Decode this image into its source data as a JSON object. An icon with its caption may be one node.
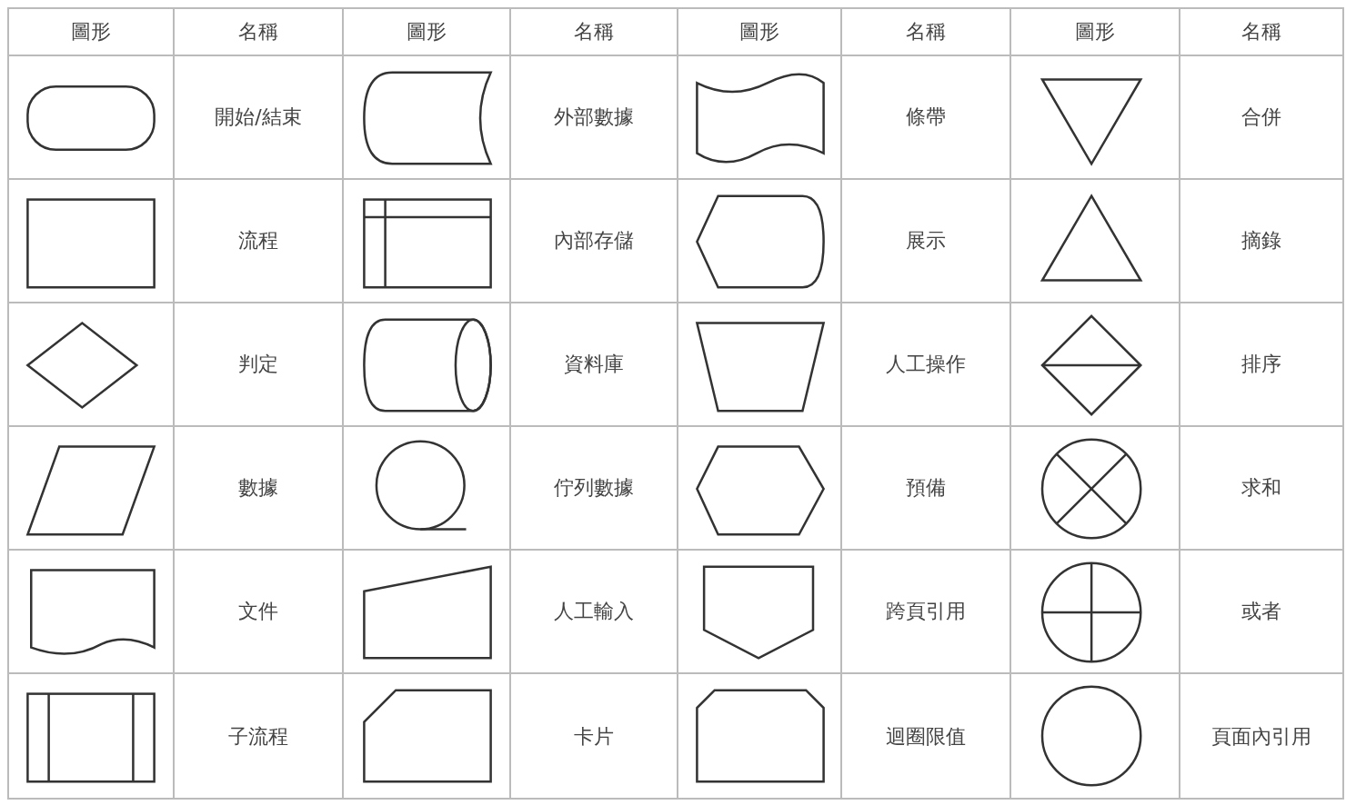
{
  "diagram": {
    "labels": [
      "圖形",
      "名稱",
      "圖形",
      "名稱",
      "圖形",
      "名稱",
      "圖形",
      "名稱",
      "開始/結束",
      "外部數據",
      "條帶",
      "合併",
      "流程",
      "內部存儲",
      "展示",
      "摘錄",
      "判定",
      "資料庫",
      "人工操作",
      "排序",
      "數據",
      "佇列數據",
      "預備",
      "求和",
      "文件",
      "人工輸入",
      "跨頁引用",
      "或者",
      "子流程",
      "卡片",
      "迴圈限值",
      "頁面內引用"
    ]
  }
}
